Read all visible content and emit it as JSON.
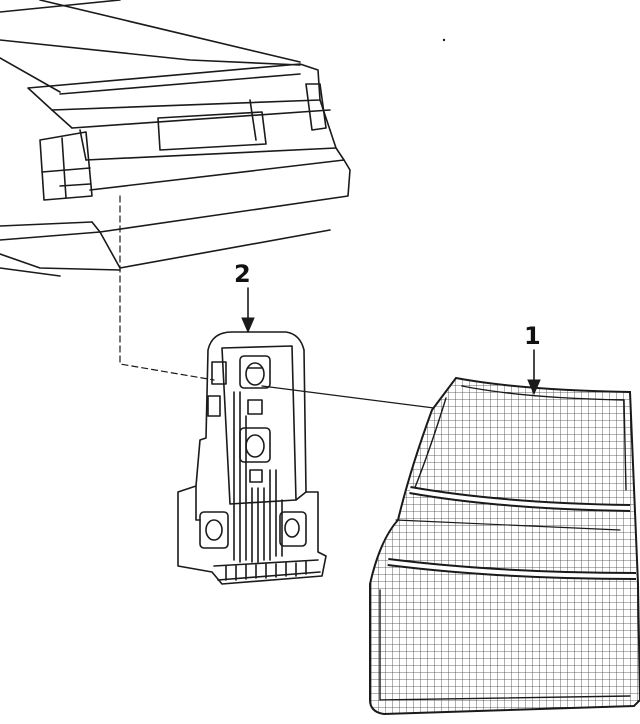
{
  "diagram": {
    "callouts": [
      {
        "id": "1",
        "label": "1",
        "part": "tail-lamp-lens"
      },
      {
        "id": "2",
        "label": "2",
        "part": "bulb-socket-carrier"
      }
    ],
    "colors": {
      "ink": "#1a1a1a",
      "background": "#ffffff"
    }
  }
}
